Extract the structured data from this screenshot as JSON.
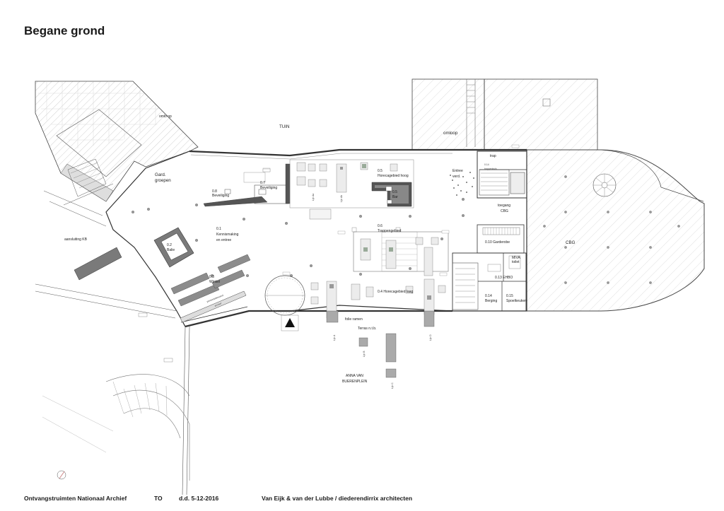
{
  "title": "Begane grond",
  "footer": {
    "project": "Ontvangstruimten Nationaal Archief",
    "phase": "TO",
    "date": "d.d. 5-12-2016",
    "architects": "Van Eijk & van der Lubbe / diederendirrix architecten"
  },
  "rooms": {
    "tuin": "TUIN",
    "omloop_left": "omlo op",
    "omloop_right": "omloop",
    "gard": "Gard.",
    "groepen": "groepen",
    "aansluiting": "aansluiting KB",
    "r08_num": "0.8",
    "r08_name": "Beveiliging",
    "r07_num": "0.7",
    "r07_name": "Beveiliging",
    "r05_num": "0.5",
    "r05_name": "Horecagebied hoog",
    "r05b_num": "0.5",
    "r05b_name": "Bar",
    "entree": "Entree",
    "verd": "verd.",
    "trap": "trap",
    "r014_top": "0.14",
    "trappenhuis": "trappenhuis",
    "toegang": "toegang",
    "cbg_small": "CBG",
    "cbg": "CBG",
    "r01_num": "0.1",
    "r01_a": "Kennismaking",
    "r01_b": "en entree",
    "r02_num": "0.2",
    "r02_name": "Balie",
    "r06_num": "0.6",
    "r06_name": "Trappengebied",
    "r010": "0.10 Garderobe",
    "mva": "MIVA",
    "toilet": "toilet",
    "r013": "0.13 EHBO",
    "r03_num": "0.3",
    "r03_name": "Winkel",
    "presentatiewand": "presentatiewand",
    "archief": "archief",
    "r04": "0.4  Horecagebied laag",
    "r014_num": "0.14",
    "berging": "Berging",
    "r015_num": "0.15",
    "spoelkeuken": "Spoelkeuken",
    "folie_ramen": "folie ramen",
    "terras": "Terras n.t.b.",
    "plein_a": "ANNA VAN",
    "plein_b": "BUERENPLEIN"
  },
  "lines": {
    "lijn_aa": "Lijn Aa",
    "lijn_ab": "Lijn Ab",
    "lijn_a": "Lijn A",
    "lijn_b": "Lijn B",
    "lijn_c": "Lijn C",
    "lijn_d": "Lijn D"
  }
}
